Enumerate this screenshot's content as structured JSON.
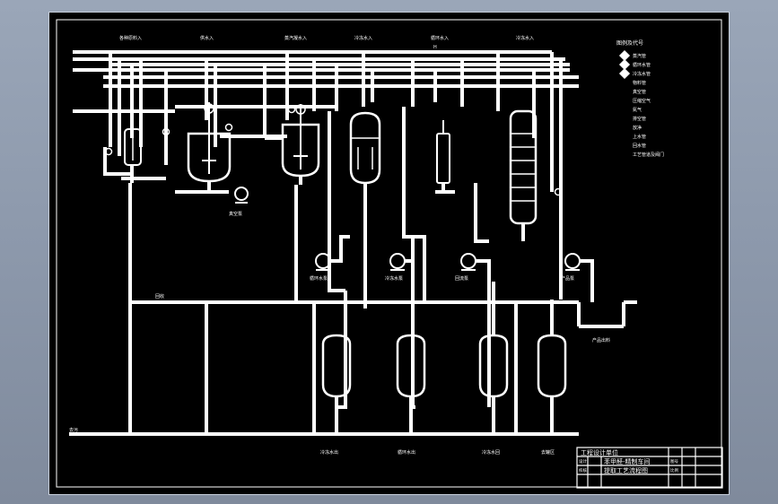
{
  "viewer": {
    "background": "#8c98ab",
    "canvas_color": "#000000",
    "line_color": "#ffffff"
  },
  "drawing": {
    "top_labels": [
      "各种原料入",
      "供水入",
      "蒸汽凝水入",
      "冷冻水入",
      "循环水入",
      "冷冻水入"
    ],
    "top_label_extra": "H",
    "pump_labels": [
      "循环水泵",
      "冷冻水泵",
      "回流泵",
      "产品泵"
    ],
    "bottom_labels": [
      "冷冻水出",
      "循环水出",
      "冷冻水回",
      "去罐区"
    ],
    "mid_label": "回收",
    "pump_small_label": "真空泵",
    "bottom_left_label": "去污",
    "right_label": "产品出料",
    "legend_title": "图例及代号",
    "legend_items": [
      "蒸汽管",
      "循环水管",
      "冷冻水管",
      "物料管",
      "真空管",
      "压缩空气",
      "氮气",
      "排空管",
      "放净",
      "上水管",
      "回水管",
      "工艺管道及阀门"
    ],
    "title_block": {
      "company": "工程设计单位",
      "title_line1": "苯甲醛-精制车间",
      "title_line2": "提取工艺流程图",
      "row_left": [
        "设计",
        "校核"
      ],
      "row_right": [
        "图号",
        "比例"
      ]
    }
  }
}
